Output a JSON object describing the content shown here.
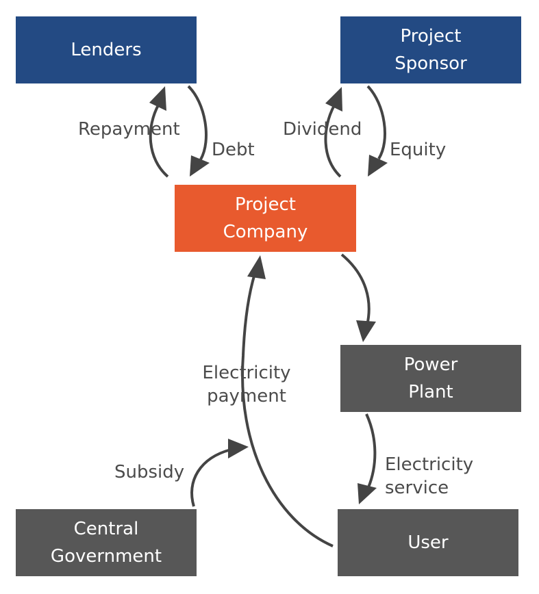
{
  "nodes": {
    "lenders": {
      "lines": [
        "Lenders"
      ]
    },
    "project_sponsor": {
      "lines": [
        "Project",
        "Sponsor"
      ]
    },
    "project_company": {
      "lines": [
        "Project",
        "Company"
      ]
    },
    "power_plant": {
      "lines": [
        "Power",
        "Plant"
      ]
    },
    "central_government": {
      "lines": [
        "Central",
        "Government"
      ]
    },
    "user": {
      "lines": [
        "User"
      ]
    }
  },
  "edges": {
    "repayment": {
      "lines": [
        "Repayment"
      ]
    },
    "debt": {
      "lines": [
        "Debt"
      ]
    },
    "dividend": {
      "lines": [
        "Dividend"
      ]
    },
    "equity": {
      "lines": [
        "Equity"
      ]
    },
    "electricity_payment": {
      "lines": [
        "Electricity",
        "payment"
      ]
    },
    "electricity_service": {
      "lines": [
        "Electricity",
        "service"
      ]
    },
    "subsidy": {
      "lines": [
        "Subsidy"
      ]
    }
  },
  "colors": {
    "sponsor_lender_blue": "#234a83",
    "project_company_orange": "#e85a2e",
    "operational_gray": "#575757",
    "arrow": "#444444",
    "label_text": "#4b4b4b"
  }
}
